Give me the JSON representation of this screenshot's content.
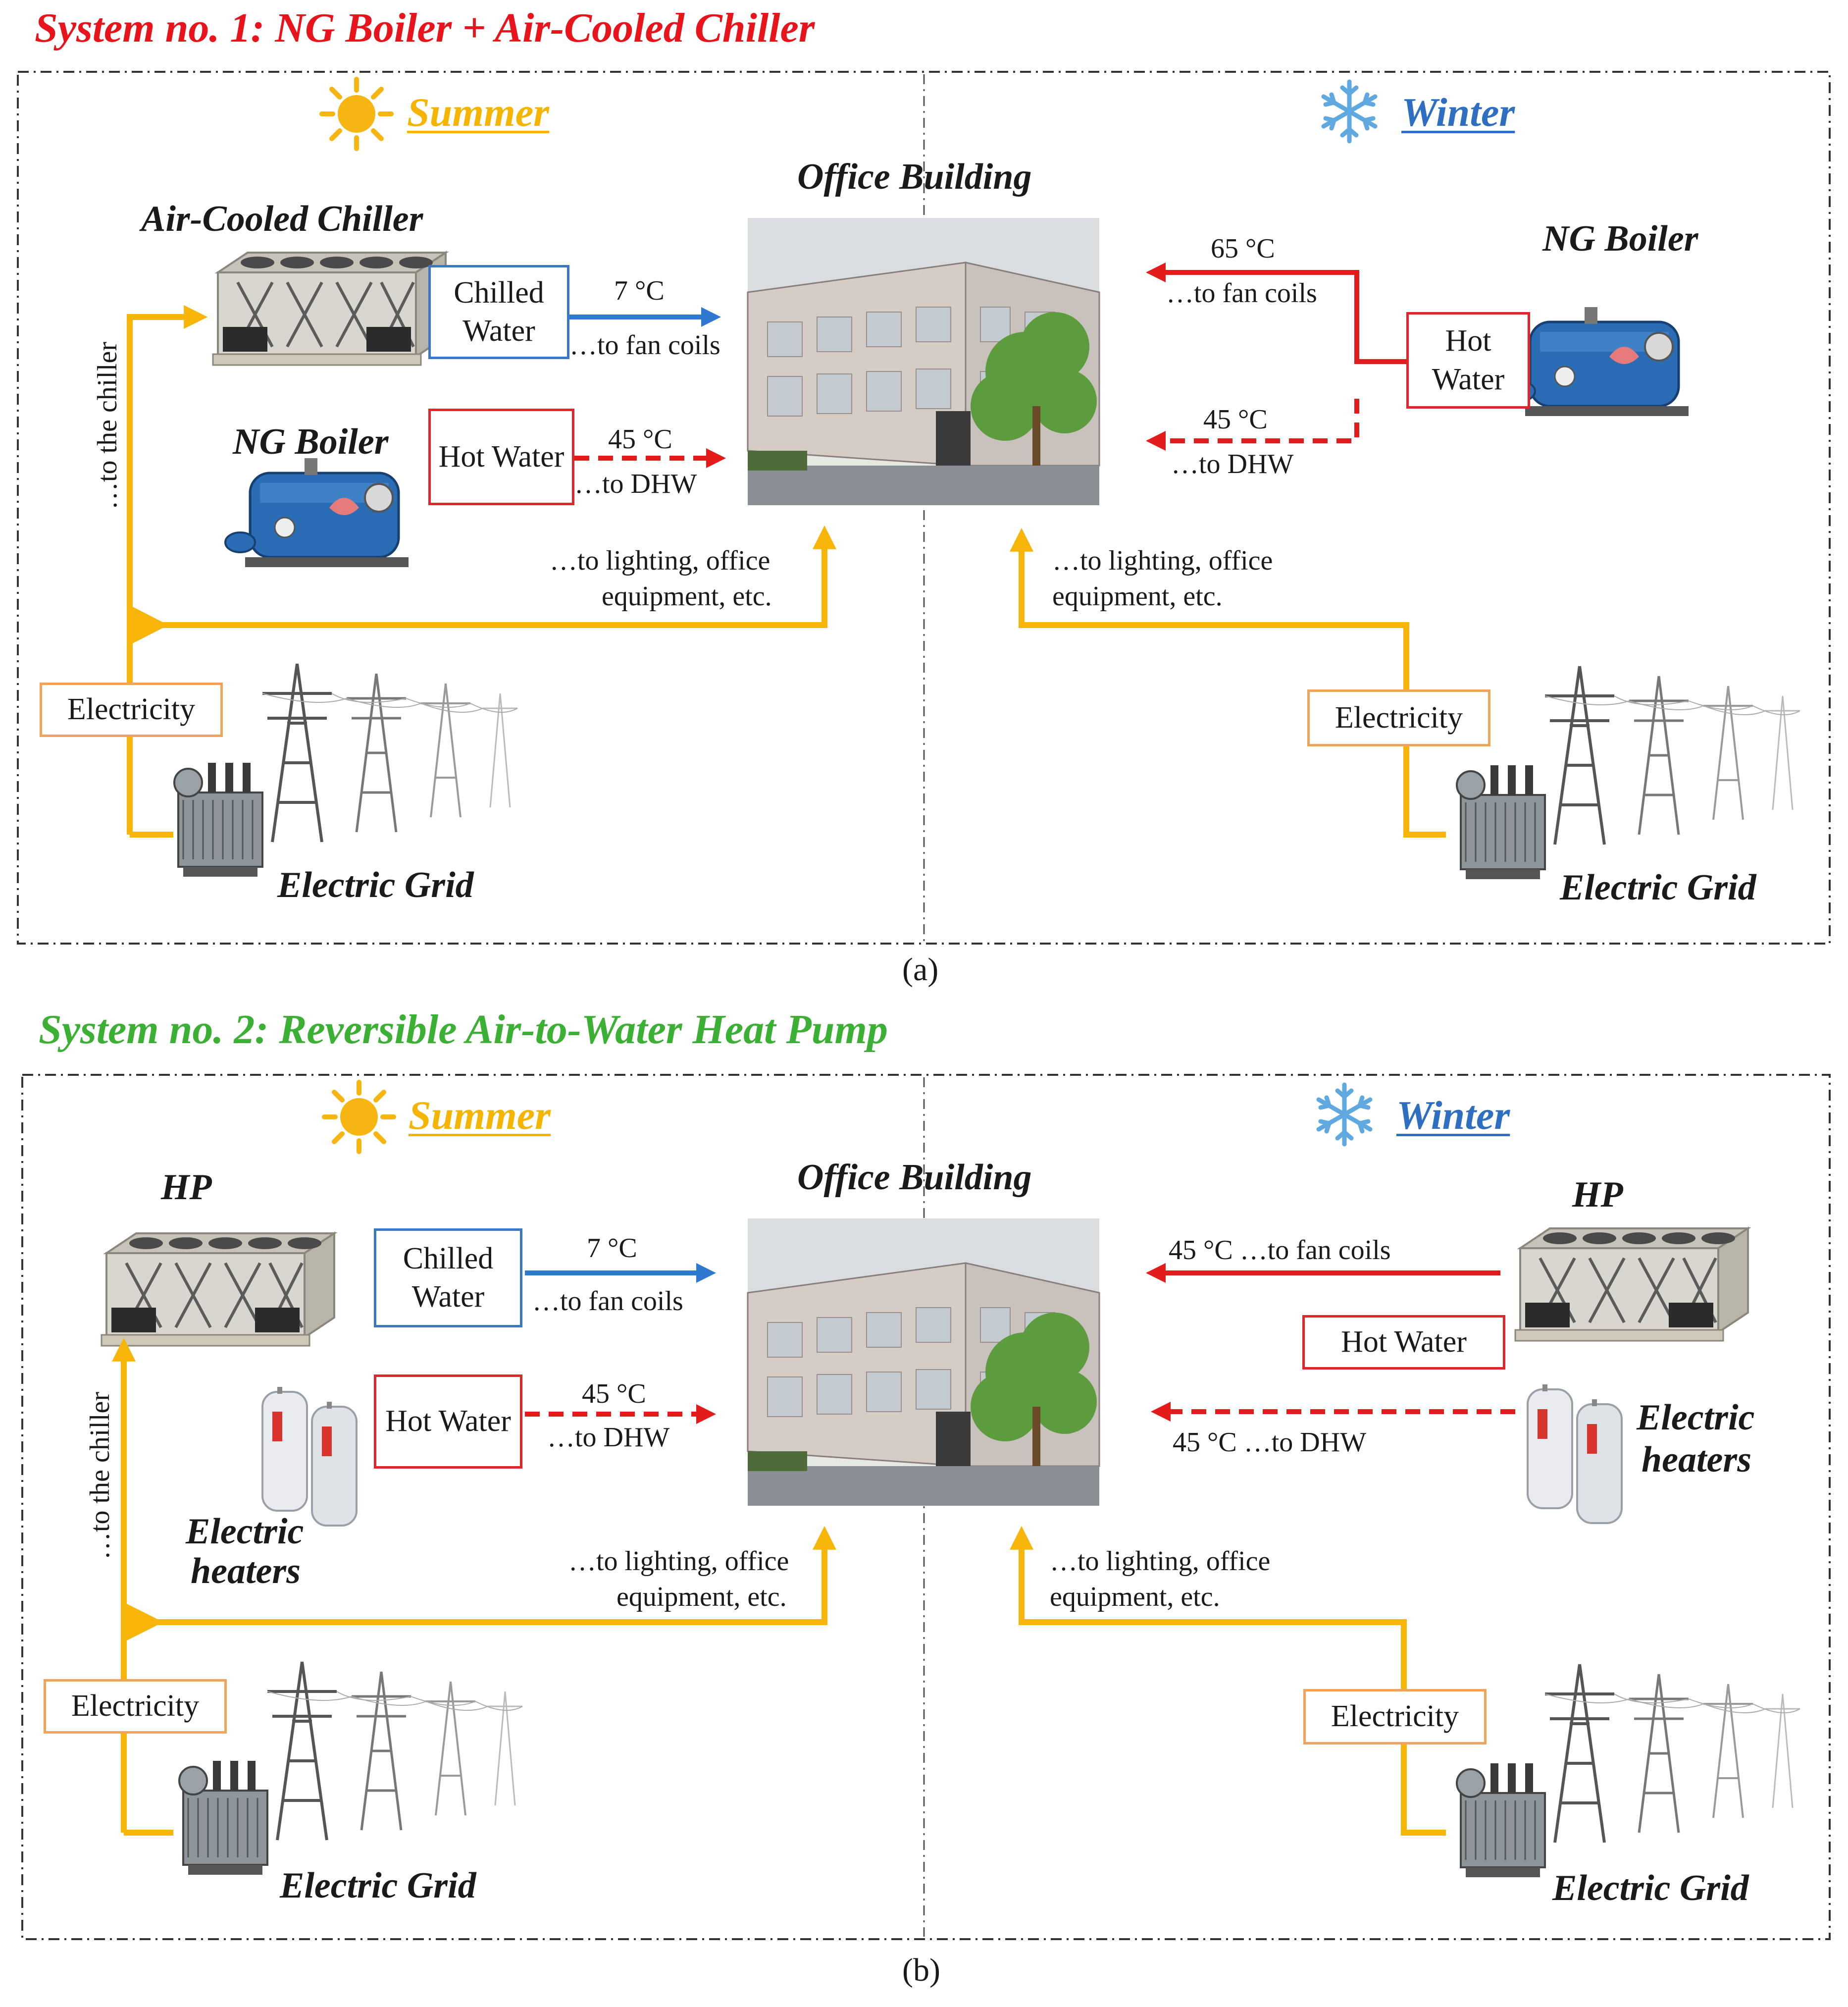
{
  "figure": {
    "system1": {
      "title": "System no. 1: NG Boiler + Air-Cooled Chiller",
      "caption": "(a)",
      "summer": {
        "season_label": "Summer",
        "chiller_label": "Air-Cooled Chiller",
        "boiler_label": "NG Boiler",
        "chilled_water_box": "Chilled Water",
        "chilled_temp": "7 °C",
        "chilled_dest": "…to fan coils",
        "hot_water_box": "Hot Water",
        "hot_temp": "45 °C",
        "hot_dest": "…to DHW",
        "to_chiller": "…to the chiller",
        "lighting_1": "…to lighting, office",
        "lighting_2": "equipment, etc.",
        "electricity_box": "Electricity",
        "grid_label": "Electric Grid"
      },
      "building_label": "Office Building",
      "winter": {
        "season_label": "Winter",
        "boiler_label": "NG Boiler",
        "hot_water_box": "Hot Water",
        "fan_temp": "65 °C",
        "fan_dest": "…to fan coils",
        "dhw_temp": "45 °C",
        "dhw_dest": "…to DHW",
        "lighting_1": "…to lighting, office",
        "lighting_2": "equipment, etc.",
        "electricity_box": "Electricity",
        "grid_label": "Electric Grid"
      }
    },
    "system2": {
      "title": "System no. 2: Reversible Air-to-Water Heat Pump",
      "caption": "(b)",
      "summer": {
        "season_label": "Summer",
        "hp_label": "HP",
        "heaters_label_1": "Electric",
        "heaters_label_2": "heaters",
        "chilled_water_box": "Chilled Water",
        "chilled_temp": "7 °C",
        "chilled_dest": "…to fan coils",
        "hot_water_box": "Hot Water",
        "hot_temp": "45 °C",
        "hot_dest": "…to DHW",
        "to_chiller": "…to the chiller",
        "lighting_1": "…to lighting, office",
        "lighting_2": "equipment, etc.",
        "electricity_box": "Electricity",
        "grid_label": "Electric Grid"
      },
      "building_label": "Office Building",
      "winter": {
        "season_label": "Winter",
        "hp_label": "HP",
        "heaters_label_1": "Electric",
        "heaters_label_2": "heaters",
        "hot_water_box": "Hot Water",
        "fan_line": "45 °C  …to fan coils",
        "dhw_line": "45 °C  …to DHW",
        "lighting_1": "…to lighting, office",
        "lighting_2": "equipment, etc.",
        "electricity_box": "Electricity",
        "grid_label": "Electric Grid"
      }
    }
  },
  "colors": {
    "electric_line": "#f7b50a",
    "chilled_line": "#2f7ad0",
    "hot_line": "#e31b1b",
    "summer": "#f4b400",
    "winter": "#2f6fc2",
    "title1": "#e8141b",
    "title2": "#3cb034"
  },
  "icons": [
    "sun-icon",
    "snowflake-icon",
    "chiller-unit-icon",
    "boiler-icon",
    "electric-heater-icon",
    "power-pylon-icon",
    "transformer-icon",
    "office-building-image"
  ]
}
